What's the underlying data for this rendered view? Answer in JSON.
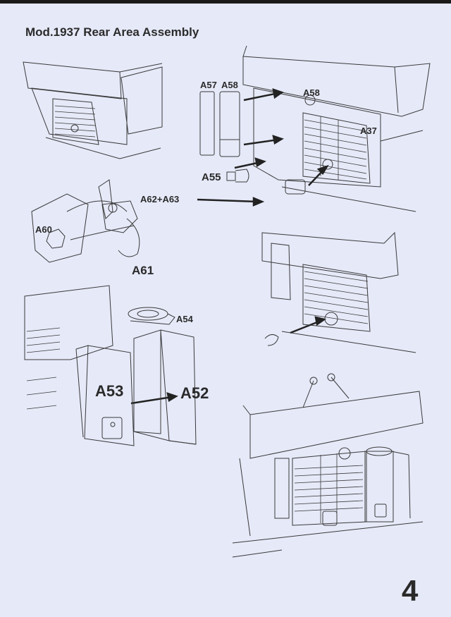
{
  "page": {
    "title": "Mod.1937 Rear Area Assembly",
    "page_number": "4",
    "background_color": "#e6e9f8"
  },
  "labels": {
    "a57": "A57",
    "a58_panel": "A58",
    "a58_part": "A58",
    "a37": "A37",
    "a55": "A55",
    "a62_a63": "A62+A63",
    "a60": "A60",
    "a61": "A61",
    "a54": "A54",
    "a53": "A53",
    "a52": "A52"
  },
  "diagrams": [
    {
      "id": "step-reference-top-left",
      "description": "Rear hull view before assembly"
    },
    {
      "id": "step-main-top-right",
      "description": "Rear hull with parts A57, A58, A37, A55, A62+A63 attached"
    },
    {
      "id": "tow-hook-detail",
      "description": "Tow hook subassembly A60, A61, A62+A63"
    },
    {
      "id": "rear-hull-result-mid-right",
      "description": "Rear hull with tow hook installed"
    },
    {
      "id": "stowage-box-detail",
      "description": "Box assembly A52, A53, A54"
    },
    {
      "id": "final-result-bottom-right",
      "description": "Completed rear area with box installed"
    }
  ]
}
